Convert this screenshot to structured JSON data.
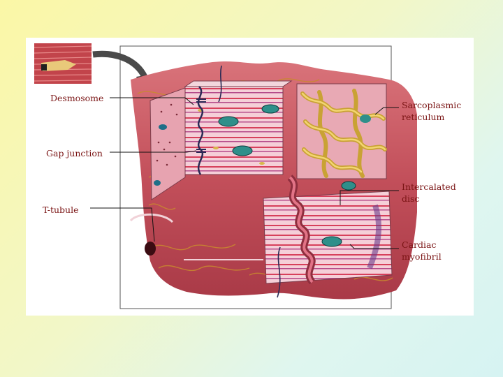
{
  "labels": {
    "desmosome": "Desmosome",
    "gap_junction": "Gap junction",
    "t_tubule": "T-tubule",
    "sarcoplasmic_reticulum": "Sarcoplasmic reticulum",
    "intercalated_disc": "Intercalated disc",
    "cardiac_myofibril": "Cardiac myofibril"
  },
  "colors": {
    "background_top": "#fbf7a6",
    "background_bottom": "#d6f3f2",
    "label_text": "#7a1414",
    "muscle_tissue": "#c85a62",
    "reticulum": "#e0b23c",
    "myofibril": "#f5c2cf"
  }
}
